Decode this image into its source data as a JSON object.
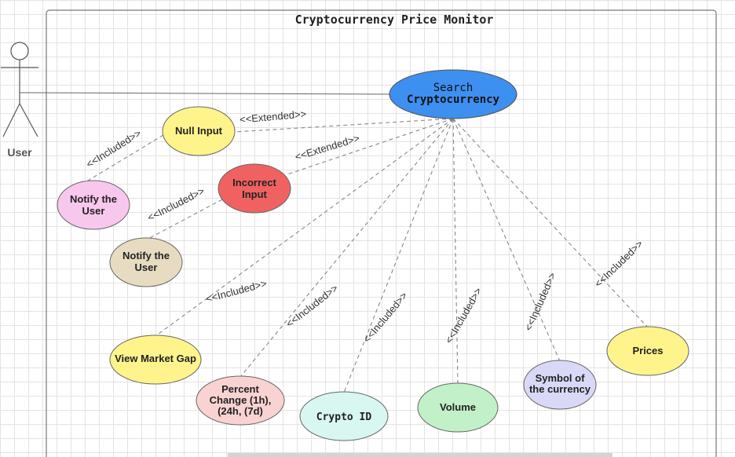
{
  "diagram": {
    "title": "Cryptocurrency Price Monitor",
    "actor": {
      "label": "User"
    },
    "main_use_case": {
      "line1": "Search",
      "line2": "Cryptocurrency",
      "color": "#3d8ff0"
    },
    "use_cases": {
      "null_input": {
        "lines": [
          "Null Input"
        ],
        "color": "#fff48c"
      },
      "incorrect_input": {
        "lines": [
          "Incorrect",
          "Input"
        ],
        "color": "#f06262"
      },
      "notify_user_1": {
        "lines": [
          "Notify the",
          "User"
        ],
        "color": "#f8c7ee"
      },
      "notify_user_2": {
        "lines": [
          "Notify the",
          "User"
        ],
        "color": "#e7dcc1"
      },
      "view_market_gap": {
        "lines": [
          "View Market Gap"
        ],
        "color": "#fff48c"
      },
      "percent_change": {
        "lines": [
          "Percent",
          "Change (1h),",
          "(24h, (7d)"
        ],
        "color": "#f9d2d2"
      },
      "crypto_id": {
        "lines": [
          "Crypto ID"
        ],
        "color": "#d8f7f0"
      },
      "volume": {
        "lines": [
          "Volume"
        ],
        "color": "#c2f0c8"
      },
      "symbol": {
        "lines": [
          "Symbol of",
          "the currency"
        ],
        "color": "#d9d9f7"
      },
      "prices": {
        "lines": [
          "Prices"
        ],
        "color": "#fff48c"
      }
    },
    "relations": {
      "extended_null": "<<Extended>>",
      "extended_incorrect": "<<Extended>>",
      "included_notify1": "<<Included>>",
      "included_notify2": "<<Included>>",
      "included_market": "<<Included>>",
      "included_percent": "<<Included>>",
      "included_cryptoid": "<<Included>>",
      "included_volume": "<<Included>>",
      "included_symbol": "<<Included>>",
      "included_prices": "<<Included>>"
    }
  }
}
